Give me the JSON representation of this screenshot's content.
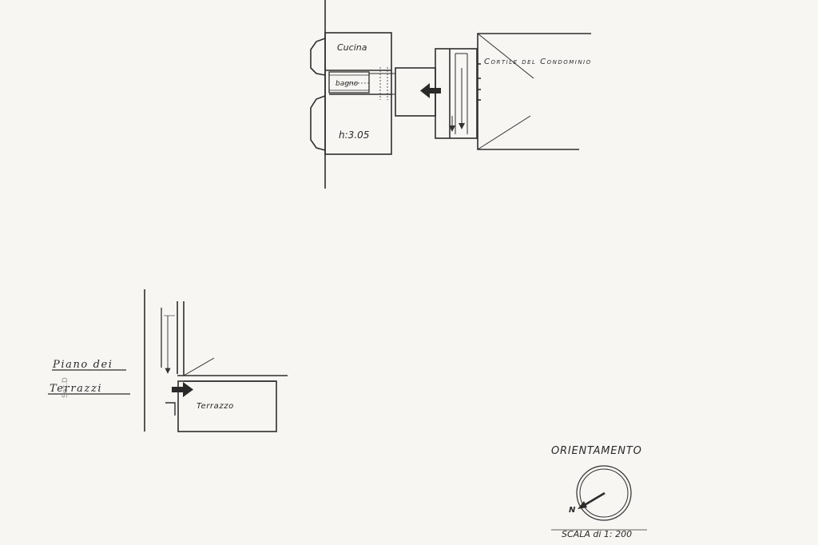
{
  "upper_plan": {
    "room_cucina": "Cucina",
    "room_bagno": "bagno",
    "room_height": "h:3.05",
    "courtyard": "Cortile del Condominio"
  },
  "lower_plan": {
    "floor_line1": "Piano dei",
    "floor_line2": "Terrazzi",
    "terrace": "Terrazzo",
    "side_stamp": "Sez.D"
  },
  "legend": {
    "orientation": "ORIENTAMENTO",
    "north": "N",
    "scale": "SCALA di 1: 200"
  }
}
